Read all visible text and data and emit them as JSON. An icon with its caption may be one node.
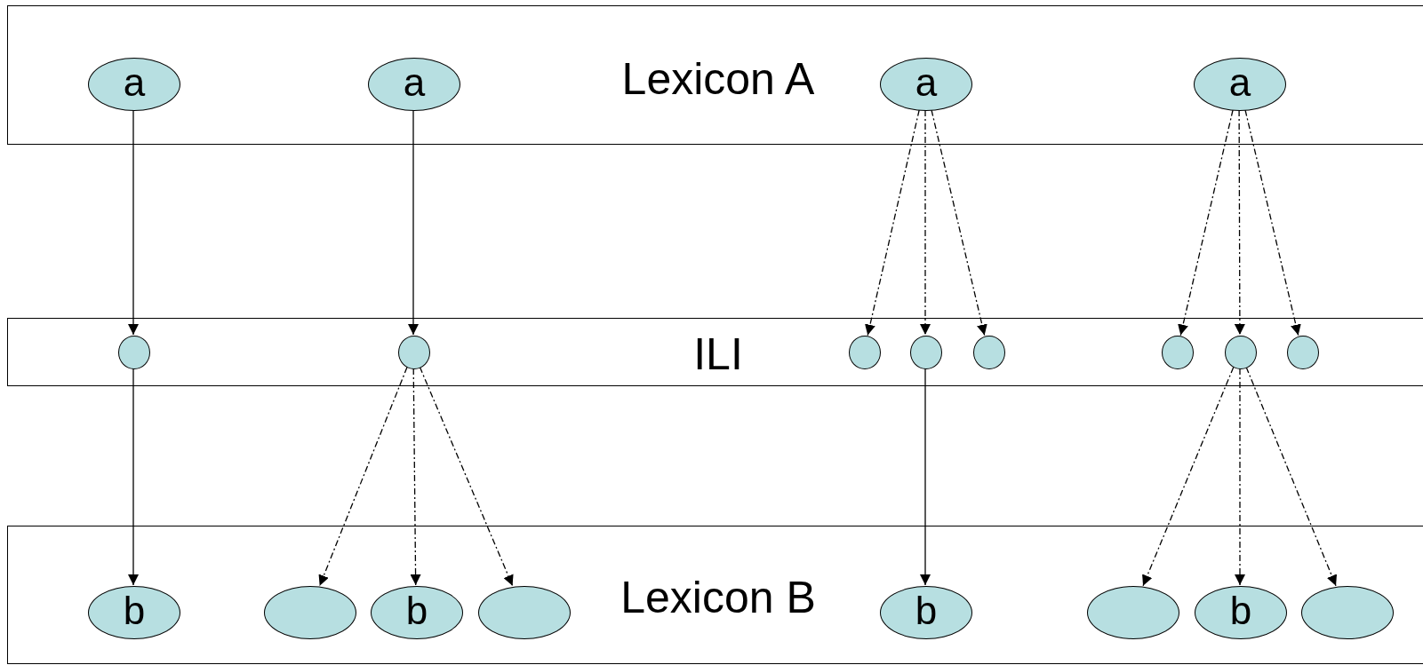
{
  "diagram": {
    "nodes": [
      {
        "text": [
          "Lexicon A"
        ]
      },
      {
        "text": [
          "a"
        ],
        "in": 0
      },
      {
        "text": [
          "a"
        ],
        "in": 0
      },
      {
        "text": [
          "a"
        ],
        "in": 0
      },
      {
        "text": [
          "a"
        ],
        "in": 0
      },
      {
        "text": [
          "ILI"
        ]
      },
      {
        "text": [],
        "shape": "circle",
        "in": 5
      },
      {
        "text": [],
        "shape": "circle",
        "in": 5
      },
      {
        "text": [],
        "shape": "circle",
        "in": 5
      },
      {
        "text": [],
        "shape": "circle",
        "in": 5
      },
      {
        "text": [],
        "shape": "circle",
        "in": 5
      },
      {
        "text": [],
        "shape": "circle",
        "in": 5
      },
      {
        "text": [],
        "shape": "circle",
        "in": 5
      },
      {
        "text": [],
        "shape": "circle",
        "in": 5
      },
      {
        "text": [
          "Lexicon B"
        ]
      },
      {
        "text": [
          "b"
        ],
        "in": 14
      },
      {
        "text": [],
        "shape": "circle",
        "in": 14
      },
      {
        "text": [
          "b"
        ],
        "in": 14
      },
      {
        "text": [],
        "shape": "circle",
        "in": 14
      },
      {
        "text": [
          "b"
        ],
        "in": 14
      },
      {
        "text": [],
        "shape": "circle",
        "in": 14
      },
      {
        "text": [
          "b"
        ],
        "in": 14
      },
      {
        "text": [],
        "shape": "circle",
        "in": 14
      }
    ],
    "edges": [
      {
        "from": 1,
        "to": 6,
        "arrow": "to"
      },
      {
        "from": 6,
        "to": 15,
        "arrow": "to"
      },
      {
        "from": 2,
        "to": 7,
        "arrow": "to"
      },
      {
        "from": 7,
        "to": 16,
        "arrow": "to",
        "style": "dashed"
      },
      {
        "from": 7,
        "to": 17,
        "arrow": "to",
        "style": "dashed"
      },
      {
        "from": 7,
        "to": 18,
        "arrow": "to",
        "style": "dashed"
      },
      {
        "from": 3,
        "to": 8,
        "arrow": "to",
        "style": "dashed"
      },
      {
        "from": 3,
        "to": 9,
        "arrow": "to",
        "style": "dashed"
      },
      {
        "from": 3,
        "to": 10,
        "arrow": "to",
        "style": "dashed"
      },
      {
        "from": 9,
        "to": 19,
        "arrow": "to"
      },
      {
        "from": 4,
        "to": 11,
        "arrow": "to",
        "style": "dashed"
      },
      {
        "from": 4,
        "to": 12,
        "arrow": "to",
        "style": "dashed"
      },
      {
        "from": 4,
        "to": 13,
        "arrow": "to",
        "style": "dashed"
      },
      {
        "from": 12,
        "to": 20,
        "arrow": "to",
        "style": "dashed"
      },
      {
        "from": 12,
        "to": 21,
        "arrow": "to",
        "style": "dashed"
      },
      {
        "from": 12,
        "to": 22,
        "arrow": "to",
        "style": "dashed"
      }
    ]
  }
}
